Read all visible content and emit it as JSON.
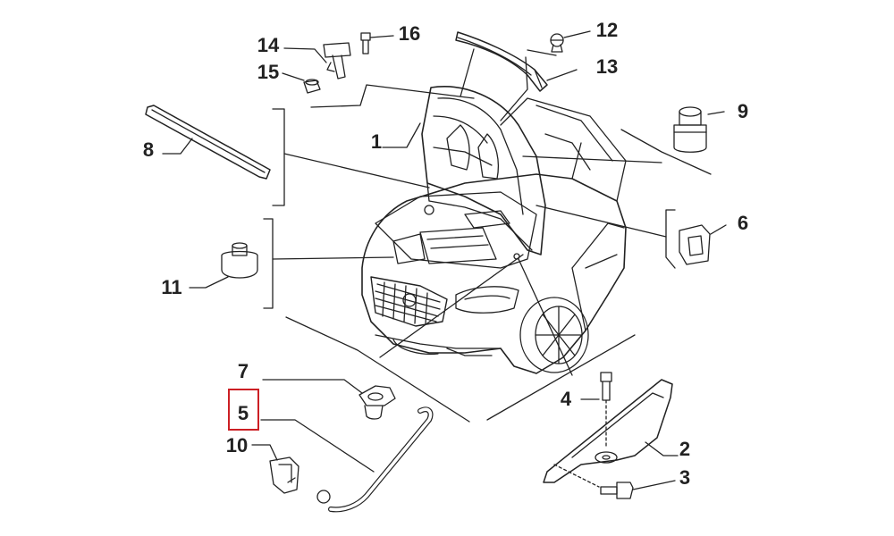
{
  "diagram": {
    "labels": [
      "1",
      "2",
      "3",
      "4",
      "5",
      "6",
      "7",
      "8",
      "9",
      "10",
      "11",
      "12",
      "13",
      "14",
      "15",
      "16"
    ],
    "highlighted_label": "5",
    "highlight_color": "#cc1f24",
    "line_color": "#222222"
  }
}
